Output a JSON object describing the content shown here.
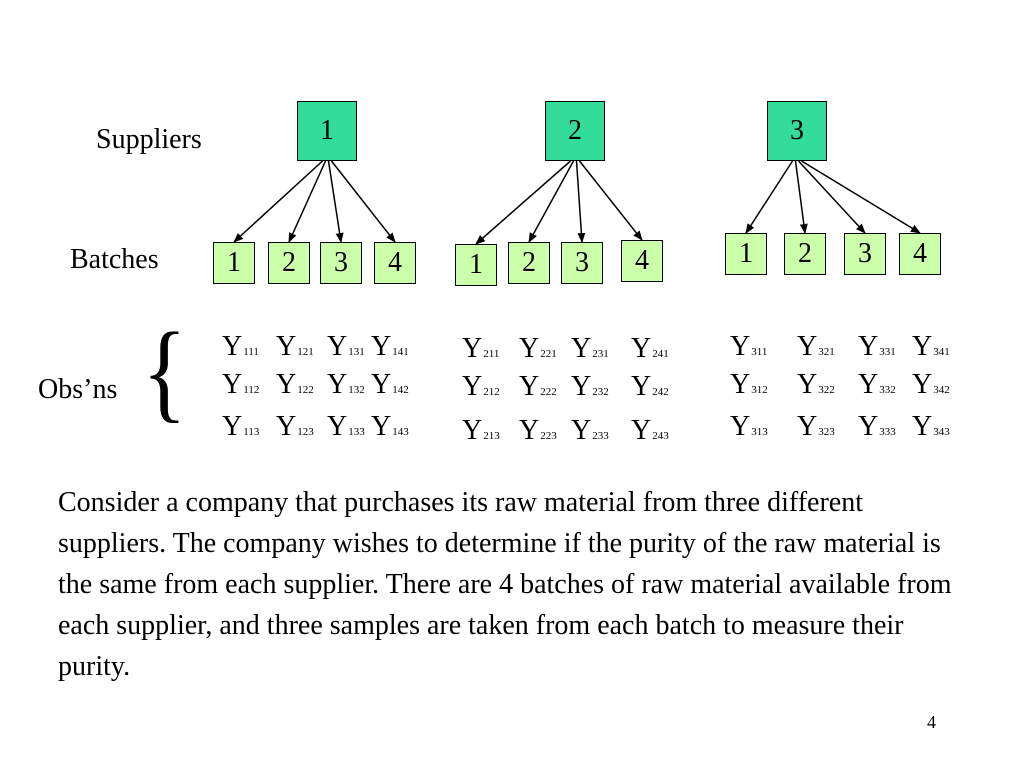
{
  "labels": {
    "suppliers": "Suppliers",
    "batches": "Batches",
    "observations": "Obs’ns"
  },
  "colors": {
    "supplier_fill": "#33DD99",
    "batch_fill": "#CCFFAA"
  },
  "suppliers": [
    {
      "label": "1",
      "batches": [
        "1",
        "2",
        "3",
        "4"
      ],
      "observations": [
        [
          [
            "Y",
            "111"
          ],
          [
            "Y",
            "121"
          ],
          [
            "Y",
            "131"
          ],
          [
            "Y",
            "141"
          ]
        ],
        [
          [
            "Y",
            "112"
          ],
          [
            "Y",
            "122"
          ],
          [
            "Y",
            "132"
          ],
          [
            "Y",
            "142"
          ]
        ],
        [
          [
            "Y",
            "113"
          ],
          [
            "Y",
            "123"
          ],
          [
            "Y",
            "133"
          ],
          [
            "Y",
            "143"
          ]
        ]
      ]
    },
    {
      "label": "2",
      "batches": [
        "1",
        "2",
        "3",
        "4"
      ],
      "observations": [
        [
          [
            "Y",
            "211"
          ],
          [
            "Y",
            "221"
          ],
          [
            "Y",
            "231"
          ],
          [
            "Y",
            "241"
          ]
        ],
        [
          [
            "Y",
            "212"
          ],
          [
            "Y",
            "222"
          ],
          [
            "Y",
            "232"
          ],
          [
            "Y",
            "242"
          ]
        ],
        [
          [
            "Y",
            "213"
          ],
          [
            "Y",
            "223"
          ],
          [
            "Y",
            "233"
          ],
          [
            "Y",
            "243"
          ]
        ]
      ]
    },
    {
      "label": "3",
      "batches": [
        "1",
        "2",
        "3",
        "4"
      ],
      "observations": [
        [
          [
            "Y",
            "311"
          ],
          [
            "Y",
            "321"
          ],
          [
            "Y",
            "331"
          ],
          [
            "Y",
            "341"
          ]
        ],
        [
          [
            "Y",
            "312"
          ],
          [
            "Y",
            "322"
          ],
          [
            "Y",
            "332"
          ],
          [
            "Y",
            "342"
          ]
        ],
        [
          [
            "Y",
            "313"
          ],
          [
            "Y",
            "323"
          ],
          [
            "Y",
            "333"
          ],
          [
            "Y",
            "343"
          ]
        ]
      ]
    }
  ],
  "description": "Consider a company that purchases its raw material from three different suppliers. The company wishes to determine if the purity of the raw material is the same from each supplier. There are 4 batches of raw material available from each supplier, and three samples are taken from each batch to measure their purity.",
  "page_number": "4"
}
